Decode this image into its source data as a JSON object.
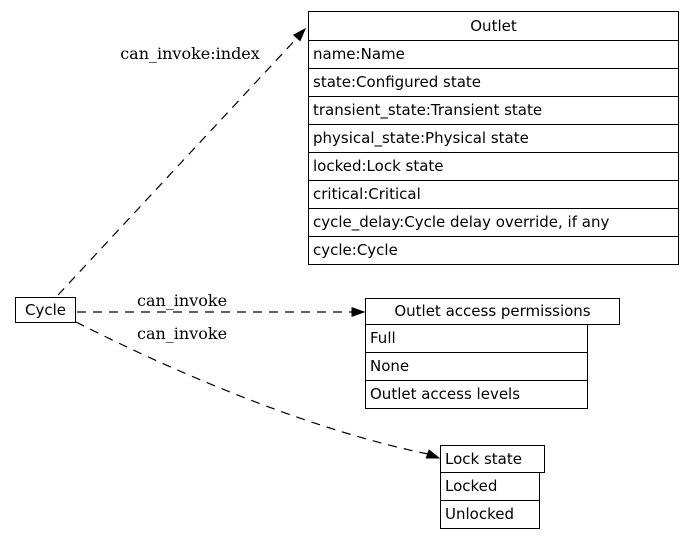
{
  "diagram": {
    "background_color": "#ffffff",
    "line_color": "#000000",
    "nodes": {
      "cycle": {
        "title": "Cycle"
      },
      "outlet": {
        "title": "Outlet",
        "attributes": [
          "name:Name",
          "state:Configured state",
          "transient_state:Transient state",
          "physical_state:Physical state",
          "locked:Lock state",
          "critical:Critical",
          "cycle_delay:Cycle delay override, if any",
          "cycle:Cycle"
        ]
      },
      "outlet_access_permissions": {
        "title": "Outlet access permissions",
        "attributes": [
          "Full",
          "None",
          "Outlet access levels"
        ]
      },
      "lock_state": {
        "title": "Lock state",
        "attributes": [
          "Locked",
          "Unlocked"
        ]
      }
    },
    "edges": [
      {
        "label": "can_invoke:index",
        "from": "Cycle",
        "to": "Outlet",
        "style": "dashed"
      },
      {
        "label": "can_invoke",
        "from": "Cycle",
        "to": "Outlet access permissions",
        "style": "dashed"
      },
      {
        "label": "can_invoke",
        "from": "Cycle",
        "to": "Lock state",
        "style": "dashed"
      }
    ]
  }
}
